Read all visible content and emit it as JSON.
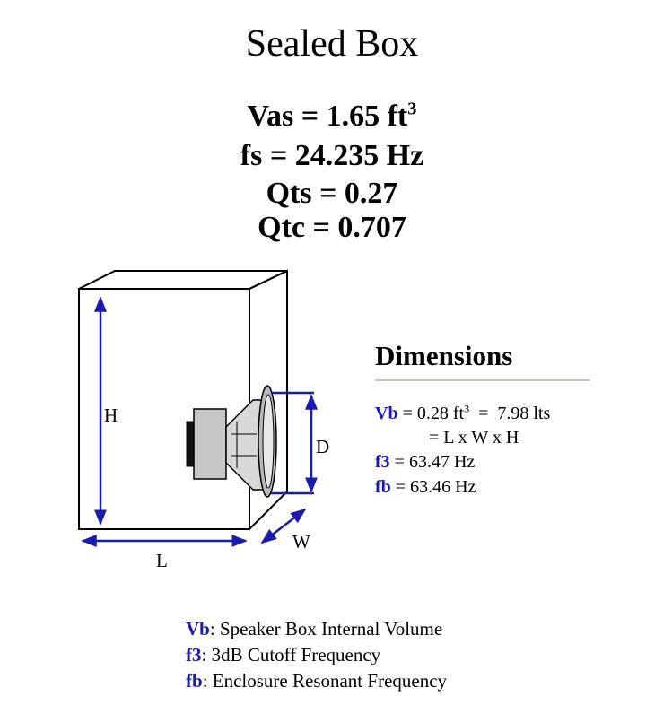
{
  "title": "Sealed Box",
  "params": {
    "vas": {
      "text": "Vas = 1.65 ft",
      "sup": "3"
    },
    "fs": "fs = 24.235 Hz",
    "qts": "Qts = 0.27",
    "qtc": "Qtc = 0.707"
  },
  "dimensions": {
    "heading": "Dimensions",
    "vb": {
      "label": "Vb",
      "text1": " = 0.28 ft",
      "sup": "3",
      "text2": "  =  7.98 lts"
    },
    "formula": "= L x W x H",
    "f3": {
      "label": "f3",
      "text": " = 63.47 Hz"
    },
    "fb": {
      "label": "fb",
      "text": " = 63.46 Hz"
    }
  },
  "diagram_labels": {
    "h": "H",
    "l": "L",
    "d": "D",
    "w": "W"
  },
  "legend": [
    {
      "key": "Vb",
      "text": ": Speaker Box Internal Volume"
    },
    {
      "key": "f3",
      "text": ": 3dB Cutoff Frequency"
    },
    {
      "key": "fb",
      "text": ": Enclosure Resonant Frequency"
    }
  ],
  "colors": {
    "accent_blue": "#1a1ab0",
    "line": "#000000",
    "speaker_gray": "#c8c8c8",
    "rule": "#c8c8b0"
  }
}
